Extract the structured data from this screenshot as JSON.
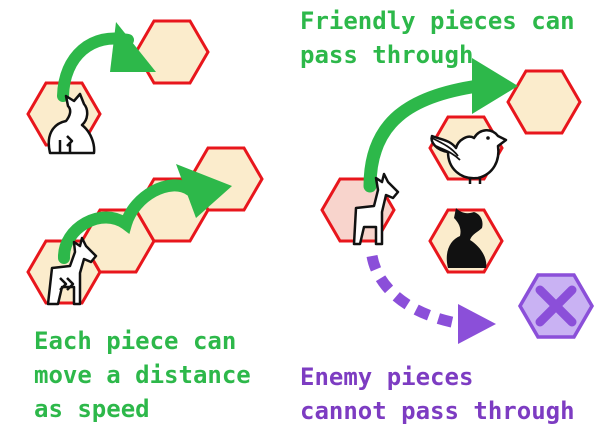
{
  "labels": {
    "friendly_line1": "Friendly pieces can",
    "friendly_line2": "pass through",
    "speed_line1": "Each piece can",
    "speed_line2": "move a distance",
    "speed_line3": "as speed",
    "enemy_line1": "Enemy pieces",
    "enemy_line2": "cannot pass through"
  },
  "colors": {
    "hex_fill": "#fbeccc",
    "hex_start_fill": "#f8d4cc",
    "hex_stroke": "#e8161c",
    "green_arrow": "#2db84a",
    "purple": "#8b4fd9",
    "purple_fill": "#c9b2f3",
    "green_text": "#2db84a",
    "purple_text": "#7d3cc2"
  },
  "icons": {
    "cat": "cat-icon",
    "giraffe": "giraffe-icon",
    "bird": "bird-icon",
    "dog": "dog-icon",
    "blocked": "close-icon",
    "speed_mark": "chevron-right-icon",
    "speed_mark_double": "double-chevron-right-icon"
  }
}
